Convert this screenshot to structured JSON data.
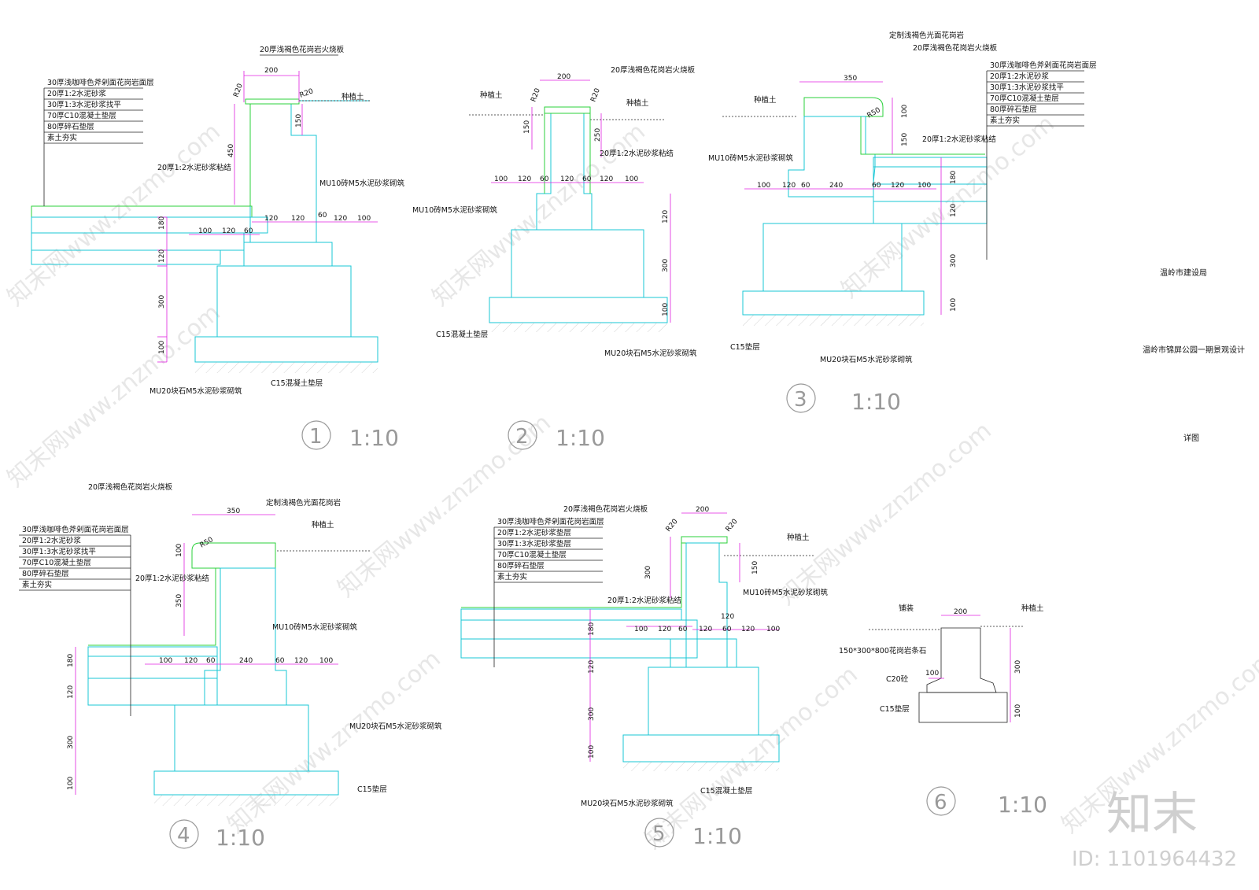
{
  "colors": {
    "cyan": "#19c7d6",
    "green": "#2bd13b",
    "magenta": "#e020e0",
    "line": "#222222",
    "watermark": "#bbbbbb"
  },
  "title_block": {
    "client": "温岭市建设局",
    "project": "温岭市锦屏公园一期景观设计",
    "sheet": "详图"
  },
  "brand": {
    "logo": "知末",
    "id": "ID: 1101964432",
    "watermark": "知末网www.znzmo.com"
  },
  "details": [
    {
      "num": "1",
      "scale": "1:10",
      "labels": [
        "20厚浅褐色花岗岩火烧板",
        "30厚浅咖啡色斧剁面花岗岩面层",
        "20厚1:2水泥砂浆",
        "30厚1:3水泥砂浆找平",
        "70厚C10混凝土垫层",
        "80厚碎石垫层",
        "素土夯实",
        "种植土",
        "20厚1:2水泥砂浆粘结",
        "MU10砖M5水泥砂浆砌筑",
        "MU20块石M5水泥砂浆砌筑",
        "C15混凝土垫层"
      ],
      "dims": [
        "200",
        "R20",
        "R20",
        "150",
        "450",
        "180",
        "120",
        "300",
        "100",
        "100",
        "120",
        "60",
        "120",
        "120",
        "60",
        "120",
        "100"
      ]
    },
    {
      "num": "2",
      "scale": "1:10",
      "labels": [
        "20厚浅褐色花岗岩火烧板",
        "种植土",
        "种植土",
        "20厚1:2水泥砂浆粘结",
        "MU10砖M5水泥砂浆砌筑",
        "C15混凝土垫层",
        "MU20块石M5水泥砂浆砌筑"
      ],
      "dims": [
        "200",
        "R20",
        "R20",
        "150",
        "250",
        "100",
        "120",
        "60",
        "120",
        "60",
        "120",
        "100",
        "120",
        "300",
        "100"
      ]
    },
    {
      "num": "3",
      "scale": "1:10",
      "labels": [
        "定制浅褐色光面花岗岩",
        "20厚浅褐色花岗岩火烧板",
        "30厚浅咖啡色斧剁面花岗岩面层",
        "20厚1:2水泥砂浆",
        "30厚1:3水泥砂浆找平",
        "70厚C10混凝土垫层",
        "80厚碎石垫层",
        "素土夯实",
        "种植土",
        "20厚1:2水泥砂浆粘结",
        "MU10砖M5水泥砂浆砌筑",
        "C15垫层",
        "MU20块石M5水泥砂浆砌筑"
      ],
      "dims": [
        "350",
        "R50",
        "100",
        "150",
        "100",
        "120",
        "60",
        "240",
        "60",
        "120",
        "100",
        "180",
        "120",
        "300",
        "100"
      ]
    },
    {
      "num": "4",
      "scale": "1:10",
      "labels": [
        "20厚浅褐色花岗岩火烧板",
        "定制浅褐色光面花岗岩",
        "30厚浅咖啡色斧剁面花岗岩面层",
        "20厚1:2水泥砂浆",
        "30厚1:3水泥砂浆找平",
        "70厚C10混凝土垫层",
        "80厚碎石垫层",
        "素土夯实",
        "种植土",
        "20厚1:2水泥砂浆粘结",
        "MU10砖M5水泥砂浆砌筑",
        "MU20块石M5水泥砂浆砌筑",
        "C15垫层"
      ],
      "dims": [
        "350",
        "R50",
        "100",
        "350",
        "180",
        "120",
        "300",
        "100",
        "100",
        "120",
        "60",
        "240",
        "60",
        "120",
        "100"
      ]
    },
    {
      "num": "5",
      "scale": "1:10",
      "labels": [
        "20厚浅褐色花岗岩火烧板",
        "30厚浅咖啡色斧剁面花岗岩面层",
        "20厚1:2水泥砂浆垫层",
        "30厚1:3水泥砂浆垫层",
        "70厚C10混凝土垫层",
        "80厚碎石垫层",
        "素土夯实",
        "种植土",
        "20厚1:2水泥砂浆粘结",
        "MU10砖M5水泥砂浆砌筑",
        "MU20块石M5水泥砂浆砌筑",
        "C15混凝土垫层"
      ],
      "dims": [
        "200",
        "R20",
        "R20",
        "300",
        "150",
        "180",
        "100",
        "120",
        "60",
        "120",
        "120",
        "60",
        "120",
        "100",
        "120",
        "300",
        "100"
      ]
    },
    {
      "num": "6",
      "scale": "1:10",
      "labels": [
        "铺装",
        "种植土",
        "150*300*800花岗岩条石",
        "C20砼",
        "C15垫层"
      ],
      "dims": [
        "200",
        "100",
        "300",
        "100"
      ]
    }
  ]
}
